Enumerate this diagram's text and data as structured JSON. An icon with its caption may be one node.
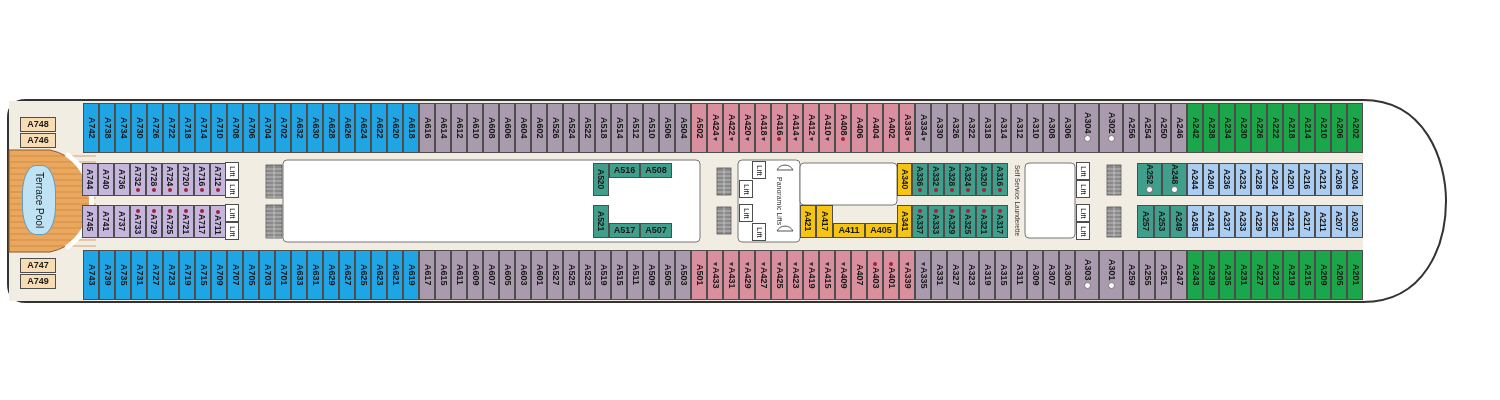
{
  "diagram": {
    "nodes": [
      {
        "text": [
          "A742"
        ]
      },
      {
        "text": [
          "A738"
        ]
      },
      {
        "text": [
          "A734"
        ]
      },
      {
        "text": [
          "A730"
        ]
      },
      {
        "text": [
          "A726"
        ]
      },
      {
        "text": [
          "A722"
        ]
      },
      {
        "text": [
          "A718"
        ]
      },
      {
        "text": [
          "A714"
        ]
      },
      {
        "text": [
          "A710"
        ]
      },
      {
        "text": [
          "A708"
        ]
      },
      {
        "text": [
          "A706"
        ]
      },
      {
        "text": [
          "A704"
        ]
      },
      {
        "text": [
          "A702"
        ]
      },
      {
        "text": [
          "A632"
        ]
      },
      {
        "text": [
          "A630"
        ]
      },
      {
        "text": [
          "A628"
        ]
      },
      {
        "text": [
          "A626"
        ]
      },
      {
        "text": [
          "A624"
        ]
      },
      {
        "text": [
          "A622"
        ]
      },
      {
        "text": [
          "A620"
        ]
      },
      {
        "text": [
          "A618"
        ]
      },
      {
        "text": [
          "A616"
        ]
      },
      {
        "text": [
          "A614"
        ]
      },
      {
        "text": [
          "A612"
        ]
      },
      {
        "text": [
          "A610"
        ]
      },
      {
        "text": [
          "A608"
        ]
      },
      {
        "text": [
          "A606"
        ]
      },
      {
        "text": [
          "A604"
        ]
      },
      {
        "text": [
          "A602"
        ]
      },
      {
        "text": [
          "A526"
        ]
      },
      {
        "text": [
          "A524"
        ]
      },
      {
        "text": [
          "A522"
        ]
      },
      {
        "text": [
          "A518"
        ]
      },
      {
        "text": [
          "A514"
        ]
      },
      {
        "text": [
          "A512"
        ]
      },
      {
        "text": [
          "A510"
        ]
      },
      {
        "text": [
          "A506"
        ]
      },
      {
        "text": [
          "A504"
        ]
      },
      {
        "text": [
          "A502"
        ]
      },
      {
        "text": [
          "A424"
        ]
      },
      {
        "text": [
          "A422"
        ]
      },
      {
        "text": [
          "A420"
        ]
      },
      {
        "text": [
          "A418"
        ]
      },
      {
        "text": [
          "A416"
        ]
      },
      {
        "text": [
          "A414"
        ]
      },
      {
        "text": [
          "A412"
        ]
      },
      {
        "text": [
          "A410"
        ]
      },
      {
        "text": [
          "A408"
        ]
      },
      {
        "text": [
          "A406"
        ]
      },
      {
        "text": [
          "A404"
        ]
      },
      {
        "text": [
          "A402"
        ]
      },
      {
        "text": [
          "A338"
        ]
      },
      {
        "text": [
          "A334"
        ]
      },
      {
        "text": [
          "A330"
        ]
      },
      {
        "text": [
          "A326"
        ]
      },
      {
        "text": [
          "A322"
        ]
      },
      {
        "text": [
          "A318"
        ]
      },
      {
        "text": [
          "A314"
        ]
      },
      {
        "text": [
          "A312"
        ]
      },
      {
        "text": [
          "A310"
        ]
      },
      {
        "text": [
          "A308"
        ]
      },
      {
        "text": [
          "A306"
        ]
      },
      {
        "text": [
          "A304"
        ]
      },
      {
        "text": [
          "A302"
        ]
      },
      {
        "text": [
          "A256"
        ]
      },
      {
        "text": [
          "A254"
        ]
      },
      {
        "text": [
          "A250"
        ]
      },
      {
        "text": [
          "A246"
        ]
      },
      {
        "text": [
          "A242"
        ]
      },
      {
        "text": [
          "A238"
        ]
      },
      {
        "text": [
          "A234"
        ]
      },
      {
        "text": [
          "A230"
        ]
      },
      {
        "text": [
          "A226"
        ]
      },
      {
        "text": [
          "A222"
        ]
      },
      {
        "text": [
          "A218"
        ]
      },
      {
        "text": [
          "A214"
        ]
      },
      {
        "text": [
          "A210"
        ]
      },
      {
        "text": [
          "A206"
        ]
      },
      {
        "text": [
          "A202"
        ]
      },
      {
        "text": [
          "A748"
        ]
      },
      {
        "text": [
          "A746"
        ]
      },
      {
        "text": [
          "Terrace Pool"
        ]
      },
      {
        "text": [
          "A744"
        ]
      },
      {
        "text": [
          "A740"
        ]
      },
      {
        "text": [
          "A736"
        ]
      },
      {
        "text": [
          "A732"
        ]
      },
      {
        "text": [
          "A728"
        ]
      },
      {
        "text": [
          "A724"
        ]
      },
      {
        "text": [
          "A720"
        ]
      },
      {
        "text": [
          "A716"
        ]
      },
      {
        "text": [
          "A712"
        ]
      },
      {
        "text": [
          "Lift"
        ]
      },
      {
        "text": [
          "Lift"
        ]
      },
      {
        "text": [
          "A520"
        ]
      },
      {
        "text": [
          "A516"
        ]
      },
      {
        "text": [
          "A508"
        ]
      },
      {
        "text": [
          "Lift"
        ]
      },
      {
        "text": [
          "Lift"
        ]
      },
      {
        "text": [
          "Lift"
        ]
      },
      {
        "text": [
          "Lift"
        ]
      },
      {
        "text": [
          "Panoramic Lifts"
        ]
      },
      {
        "text": [
          "A340"
        ]
      },
      {
        "text": [
          "A336"
        ]
      },
      {
        "text": [
          "A332"
        ]
      },
      {
        "text": [
          "A328"
        ]
      },
      {
        "text": [
          "A324"
        ]
      },
      {
        "text": [
          "A320"
        ]
      },
      {
        "text": [
          "A316"
        ]
      },
      {
        "text": [
          "Self Service Launderette"
        ]
      },
      {
        "text": [
          "Lift"
        ]
      },
      {
        "text": [
          "Lift"
        ]
      },
      {
        "text": [
          "A252"
        ]
      },
      {
        "text": [
          "A248"
        ]
      },
      {
        "text": [
          "A244"
        ]
      },
      {
        "text": [
          "A240"
        ]
      },
      {
        "text": [
          "A236"
        ]
      },
      {
        "text": [
          "A232"
        ]
      },
      {
        "text": [
          "A228"
        ]
      },
      {
        "text": [
          "A224"
        ]
      },
      {
        "text": [
          "A220"
        ]
      },
      {
        "text": [
          "A216"
        ]
      },
      {
        "text": [
          "A212"
        ]
      },
      {
        "text": [
          "A208"
        ]
      },
      {
        "text": [
          "A204"
        ]
      },
      {
        "text": [
          "A745"
        ]
      },
      {
        "text": [
          "A741"
        ]
      },
      {
        "text": [
          "A737"
        ]
      },
      {
        "text": [
          "A733"
        ]
      },
      {
        "text": [
          "A729"
        ]
      },
      {
        "text": [
          "A725"
        ]
      },
      {
        "text": [
          "A721"
        ]
      },
      {
        "text": [
          "A717"
        ]
      },
      {
        "text": [
          "A711"
        ]
      },
      {
        "text": [
          "Lift"
        ]
      },
      {
        "text": [
          "Lift"
        ]
      },
      {
        "text": [
          "A521"
        ]
      },
      {
        "text": [
          "A517"
        ]
      },
      {
        "text": [
          "A507"
        ]
      },
      {
        "text": [
          "A421"
        ]
      },
      {
        "text": [
          "A417"
        ]
      },
      {
        "text": [
          "A411"
        ]
      },
      {
        "text": [
          "A405"
        ]
      },
      {
        "text": [
          "A341"
        ]
      },
      {
        "text": [
          "A337"
        ]
      },
      {
        "text": [
          "A333"
        ]
      },
      {
        "text": [
          "A329"
        ]
      },
      {
        "text": [
          "A325"
        ]
      },
      {
        "text": [
          "A321"
        ]
      },
      {
        "text": [
          "A317"
        ]
      },
      {
        "text": [
          "Lift"
        ]
      },
      {
        "text": [
          "Lift"
        ]
      },
      {
        "text": [
          "A257"
        ]
      },
      {
        "text": [
          "A253"
        ]
      },
      {
        "text": [
          "A249"
        ]
      },
      {
        "text": [
          "A245"
        ]
      },
      {
        "text": [
          "A241"
        ]
      },
      {
        "text": [
          "A237"
        ]
      },
      {
        "text": [
          "A233"
        ]
      },
      {
        "text": [
          "A229"
        ]
      },
      {
        "text": [
          "A225"
        ]
      },
      {
        "text": [
          "A221"
        ]
      },
      {
        "text": [
          "A217"
        ]
      },
      {
        "text": [
          "A211"
        ]
      },
      {
        "text": [
          "A207"
        ]
      },
      {
        "text": [
          "A203"
        ]
      },
      {
        "text": [
          "A747"
        ]
      },
      {
        "text": [
          "A749"
        ]
      },
      {
        "text": [
          "A743"
        ]
      },
      {
        "text": [
          "A739"
        ]
      },
      {
        "text": [
          "A735"
        ]
      },
      {
        "text": [
          "A731"
        ]
      },
      {
        "text": [
          "A727"
        ]
      },
      {
        "text": [
          "A723"
        ]
      },
      {
        "text": [
          "A719"
        ]
      },
      {
        "text": [
          "A715"
        ]
      },
      {
        "text": [
          "A709"
        ]
      },
      {
        "text": [
          "A707"
        ]
      },
      {
        "text": [
          "A705"
        ]
      },
      {
        "text": [
          "A703"
        ]
      },
      {
        "text": [
          "A701"
        ]
      },
      {
        "text": [
          "A633"
        ]
      },
      {
        "text": [
          "A631"
        ]
      },
      {
        "text": [
          "A629"
        ]
      },
      {
        "text": [
          "A627"
        ]
      },
      {
        "text": [
          "A625"
        ]
      },
      {
        "text": [
          "A623"
        ]
      },
      {
        "text": [
          "A621"
        ]
      },
      {
        "text": [
          "A619"
        ]
      },
      {
        "text": [
          "A617"
        ]
      },
      {
        "text": [
          "A615"
        ]
      },
      {
        "text": [
          "A611"
        ]
      },
      {
        "text": [
          "A609"
        ]
      },
      {
        "text": [
          "A607"
        ]
      },
      {
        "text": [
          "A605"
        ]
      },
      {
        "text": [
          "A603"
        ]
      },
      {
        "text": [
          "A601"
        ]
      },
      {
        "text": [
          "A527"
        ]
      },
      {
        "text": [
          "A525"
        ]
      },
      {
        "text": [
          "A523"
        ]
      },
      {
        "text": [
          "A519"
        ]
      },
      {
        "text": [
          "A515"
        ]
      },
      {
        "text": [
          "A511"
        ]
      },
      {
        "text": [
          "A509"
        ]
      },
      {
        "text": [
          "A505"
        ]
      },
      {
        "text": [
          "A503"
        ]
      },
      {
        "text": [
          "A501"
        ]
      },
      {
        "text": [
          "A433"
        ]
      },
      {
        "text": [
          "A431"
        ]
      },
      {
        "text": [
          "A429"
        ]
      },
      {
        "text": [
          "A427"
        ]
      },
      {
        "text": [
          "A425"
        ]
      },
      {
        "text": [
          "A423"
        ]
      },
      {
        "text": [
          "A419"
        ]
      },
      {
        "text": [
          "A415"
        ]
      },
      {
        "text": [
          "A409"
        ]
      },
      {
        "text": [
          "A407"
        ]
      },
      {
        "text": [
          "A403"
        ]
      },
      {
        "text": [
          "A401"
        ]
      },
      {
        "text": [
          "A339"
        ]
      },
      {
        "text": [
          "A335"
        ]
      },
      {
        "text": [
          "A331"
        ]
      },
      {
        "text": [
          "A327"
        ]
      },
      {
        "text": [
          "A323"
        ]
      },
      {
        "text": [
          "A319"
        ]
      },
      {
        "text": [
          "A315"
        ]
      },
      {
        "text": [
          "A311"
        ]
      },
      {
        "text": [
          "A309"
        ]
      },
      {
        "text": [
          "A307"
        ]
      },
      {
        "text": [
          "A305"
        ]
      },
      {
        "text": [
          "A303"
        ]
      },
      {
        "text": [
          "A301"
        ]
      },
      {
        "text": [
          "A259"
        ]
      },
      {
        "text": [
          "A255"
        ]
      },
      {
        "text": [
          "A251"
        ]
      },
      {
        "text": [
          "A247"
        ]
      },
      {
        "text": [
          "A243"
        ]
      },
      {
        "text": [
          "A239"
        ]
      },
      {
        "text": [
          "A235"
        ]
      },
      {
        "text": [
          "A231"
        ]
      },
      {
        "text": [
          "A227"
        ]
      },
      {
        "text": [
          "A223"
        ]
      },
      {
        "text": [
          "A219"
        ]
      },
      {
        "text": [
          "A215"
        ]
      },
      {
        "text": [
          "A209"
        ]
      },
      {
        "text": [
          "A205"
        ]
      },
      {
        "text": [
          "A201"
        ]
      }
    ]
  }
}
